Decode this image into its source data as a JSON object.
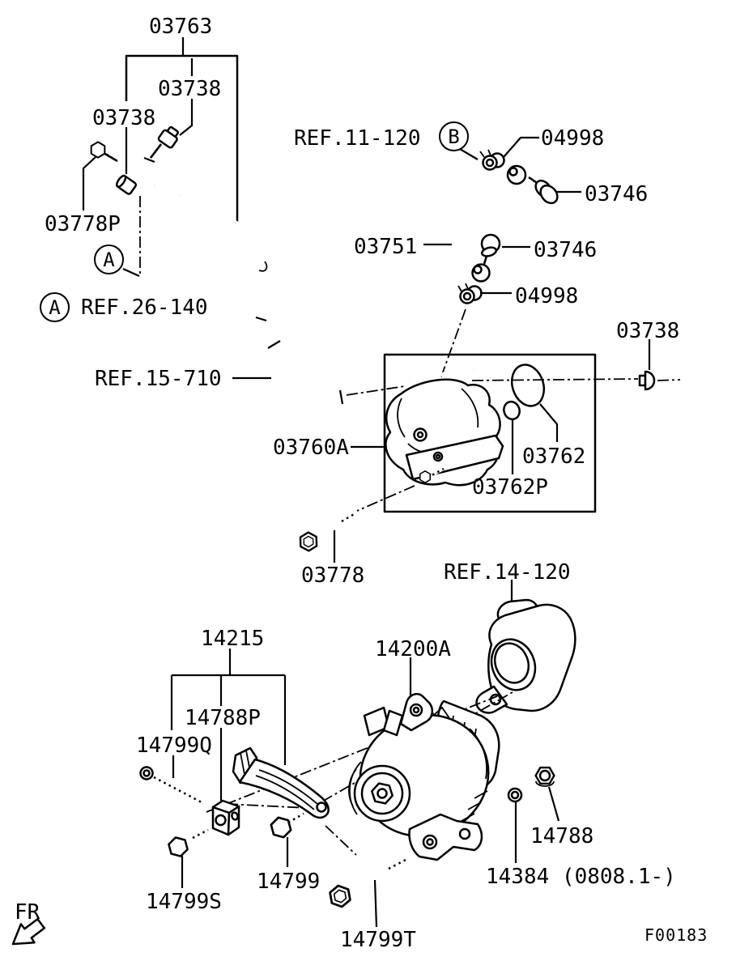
{
  "figure": {
    "code": "F00183",
    "front_indicator": "FR"
  },
  "balloons": {
    "a": "A",
    "b": "B"
  },
  "parts": {
    "n03763": "03763",
    "n03738": "03738",
    "n03778P": "03778P",
    "n04998": "04998",
    "n03746": "03746",
    "n03751": "03751",
    "n03760A": "03760A",
    "n03762": "03762",
    "n03762P": "03762P",
    "n03778": "03778",
    "n14215": "14215",
    "n14200A": "14200A",
    "n14788P": "14788P",
    "n14799Q": "14799Q",
    "n14788": "14788",
    "n14799": "14799",
    "n14384": "14384 (0808.1-)",
    "n14799S": "14799S",
    "n14799T": "14799T"
  },
  "references": {
    "ref_26_140": "REF.26-140",
    "ref_11_120": "REF.11-120",
    "ref_15_710": "REF.15-710",
    "ref_14_120": "REF.14-120"
  }
}
